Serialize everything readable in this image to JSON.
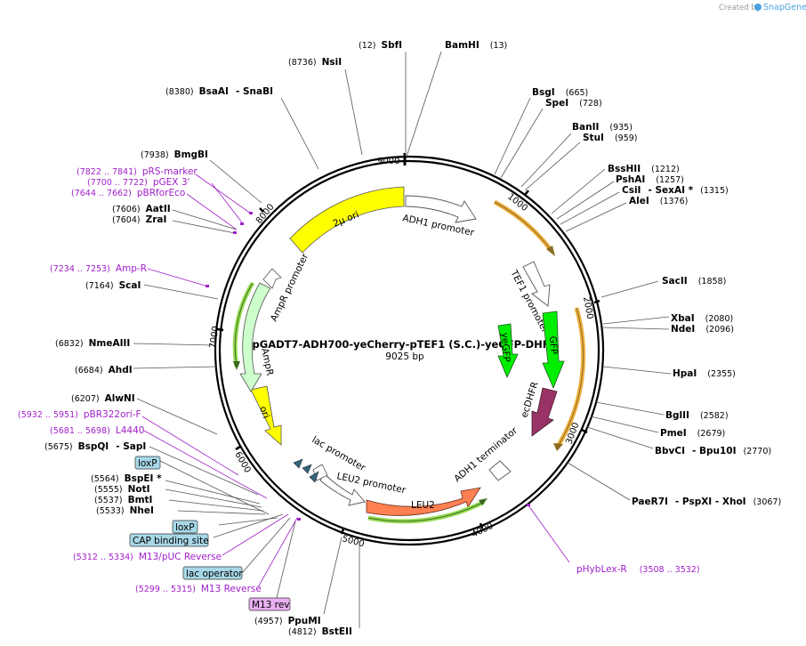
{
  "header": {
    "credit": "Created by",
    "brand": "SnapGene"
  },
  "plasmid": {
    "name": "pGADT7-ADH700-yeCherry-pTEF1 (S.C.)-yeGFP-DHFR",
    "length_label": "9025 bp"
  },
  "ticks": [
    "1000",
    "2000",
    "3000",
    "4000",
    "5000",
    "6000",
    "7000",
    "8000",
    "9000"
  ],
  "features": {
    "adh1_promoter": "ADH1 promoter",
    "tef1_promoter": "TEF1 promoter",
    "yegfp": "yeGFP",
    "gfp": "GFP",
    "ecdhfr": "ecDHFR",
    "adh1_terminator": "ADH1 terminator",
    "leu2": "LEU2",
    "leu2_promoter": "LEU2 promoter",
    "lac_promoter": "lac promoter",
    "ori": "ori",
    "ampr": "AmpR",
    "ampr_promoter": "AmpR promoter",
    "two_micron_ori": "2μ ori"
  },
  "sites": {
    "sbfi": {
      "pos": "(12)",
      "name": "SbfI"
    },
    "bamhi": {
      "name": "BamHI",
      "pos": "(13)"
    },
    "nsii": {
      "pos": "(8736)",
      "name": "NsiI"
    },
    "bsaai": {
      "pos": "(8380)",
      "name": "BsaAI",
      "extra": "- SnaBI"
    },
    "bsgi": {
      "name": "BsgI",
      "pos": "(665)"
    },
    "spei": {
      "name": "SpeI",
      "pos": "(728)"
    },
    "banii": {
      "name": "BanII",
      "pos": "(935)"
    },
    "stui": {
      "name": "StuI",
      "pos": "(959)"
    },
    "bsshii": {
      "name": "BssHII",
      "pos": "(1212)"
    },
    "pshai": {
      "name": "PshAI",
      "pos": "(1257)"
    },
    "csii": {
      "name": "CsiI",
      "extra": "- SexAI *",
      "pos": "(1315)"
    },
    "alei": {
      "name": "AleI",
      "pos": "(1376)"
    },
    "bmgbi": {
      "pos": "(7938)",
      "name": "BmgBI"
    },
    "aatii": {
      "pos": "(7606)",
      "name": "AatII"
    },
    "zrai": {
      "pos": "(7604)",
      "name": "ZraI"
    },
    "scai": {
      "pos": "(7164)",
      "name": "ScaI"
    },
    "nmeaiii": {
      "pos": "(6832)",
      "name": "NmeAIII"
    },
    "ahdi": {
      "pos": "(6684)",
      "name": "AhdI"
    },
    "alwni": {
      "pos": "(6207)",
      "name": "AlwNI"
    },
    "bspqi": {
      "pos": "(5675)",
      "name": "BspQI",
      "extra": "- SapI"
    },
    "bspei": {
      "pos": "(5564)",
      "name": "BspEI *"
    },
    "noti": {
      "pos": "(5555)",
      "name": "NotI"
    },
    "bmti": {
      "pos": "(5537)",
      "name": "BmtI"
    },
    "nhei": {
      "pos": "(5533)",
      "name": "NheI"
    },
    "sacii": {
      "name": "SacII",
      "pos": "(1858)"
    },
    "xbai": {
      "name": "XbaI",
      "pos": "(2080)"
    },
    "ndei": {
      "name": "NdeI",
      "pos": "(2096)"
    },
    "hpai": {
      "name": "HpaI",
      "pos": "(2355)"
    },
    "bglii": {
      "name": "BglII",
      "pos": "(2582)"
    },
    "pmei": {
      "name": "PmeI",
      "pos": "(2679)"
    },
    "bbvci": {
      "name": "BbvCI",
      "extra": "- Bpu10I",
      "pos": "(2770)"
    },
    "paer7i": {
      "name": "PaeR7I",
      "extra": "- PspXI - XhoI",
      "pos": "(3067)"
    },
    "ppumi": {
      "pos": "(4957)",
      "name": "PpuMI"
    },
    "bsteii": {
      "pos": "(4812)",
      "name": "BstEII"
    }
  },
  "primers": {
    "prs_marker": {
      "pos": "(7822 .. 7841)",
      "name": "pRS-marker"
    },
    "pgex3": {
      "pos": "(7700 .. 7722)",
      "name": "pGEX 3'"
    },
    "pbrforeco": {
      "pos": "(7644 .. 7662)",
      "name": "pBRforEco"
    },
    "amp_r": {
      "pos": "(7234 .. 7253)",
      "name": "Amp-R"
    },
    "pbr322ori": {
      "pos": "(5932 .. 5951)",
      "name": "pBR322ori-F"
    },
    "l4440": {
      "pos": "(5681 .. 5698)",
      "name": "L4440"
    },
    "m13puc": {
      "pos": "(5312 .. 5334)",
      "name": "M13/pUC Reverse"
    },
    "m13rev": {
      "pos": "(5299 .. 5315)",
      "name": "M13 Reverse"
    },
    "phyblex": {
      "name": "pHybLex-R",
      "pos": "(3508 .. 3532)"
    }
  },
  "badges": {
    "loxp1": "loxP",
    "loxp2": "loxP",
    "cap": "CAP binding site",
    "lac_operator": "lac operator",
    "m13_rev": "M13 rev"
  },
  "colors": {
    "two_micron_ori": "#ffff00",
    "ampr": "#ccffcc",
    "ori": "#ffff00",
    "yegfp": "#00ee00",
    "gfp": "#00ee00",
    "ecdhfr": "#993366",
    "leu2": "#ff8050",
    "orf_highlight": "#f0b040",
    "primer": "#a020c8",
    "badge_blue": "#a8d8e8",
    "badge_purple": "#e8b0f0"
  }
}
